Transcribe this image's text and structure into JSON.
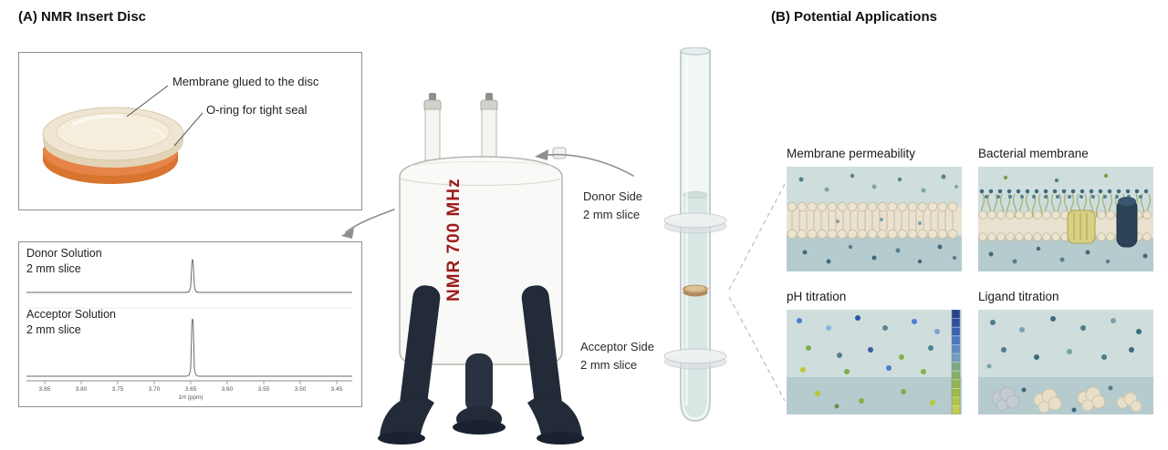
{
  "panel_a": {
    "title": "(A) NMR Insert Disc",
    "disc": {
      "label_membrane": "Membrane glued to the disc",
      "label_oring": "O-ring for tight seal"
    },
    "spectrum": {
      "donor_title": "Donor Solution",
      "donor_subtitle": "2 mm slice",
      "acceptor_title": "Acceptor Solution",
      "acceptor_subtitle": "2 mm slice",
      "axis_label": "1H (ppm)",
      "ticks": [
        "3.85",
        "3.80",
        "3.75",
        "3.70",
        "3.65",
        "3.60",
        "3.55",
        "3.50",
        "3.45"
      ]
    }
  },
  "spectrometer": {
    "label": "NMR 700 MHz"
  },
  "tube": {
    "donor_title": "Donor Side",
    "donor_subtitle": "2 mm slice",
    "acceptor_title": "Acceptor Side",
    "acceptor_subtitle": "2 mm slice"
  },
  "panel_b": {
    "title": "(B) Potential Applications",
    "apps": [
      {
        "label": "Membrane permeability"
      },
      {
        "label": "Bacterial membrane"
      },
      {
        "label": "pH titration"
      },
      {
        "label": "Ligand titration"
      }
    ]
  },
  "colors": {
    "accent_red": "#9c1c1c",
    "disc_orange": "#d8742e",
    "disc_cream": "#f0e5d2",
    "panel_teal_light": "#cfdedd",
    "panel_teal_dark": "#b6cbce"
  }
}
